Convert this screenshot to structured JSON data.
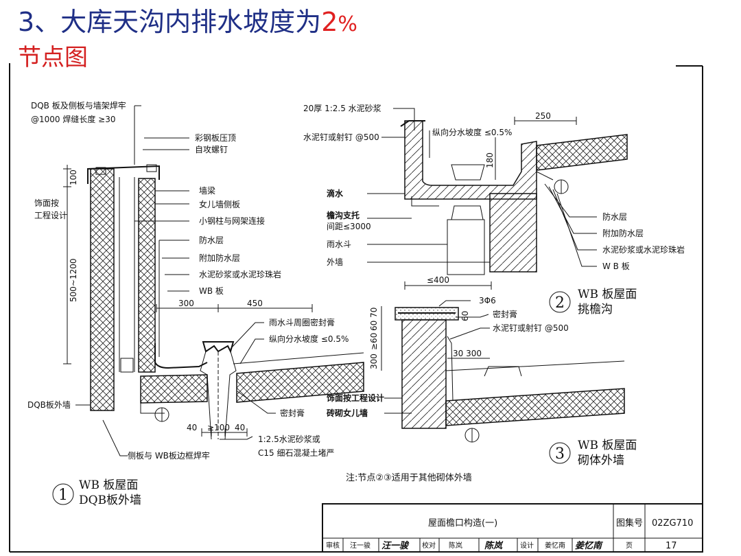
{
  "slide": {
    "title_prefix": "3、大库天沟内排水坡度为",
    "title_highlight": "2",
    "title_suffix": "%",
    "subtitle": "节点图"
  },
  "detail1": {
    "labels": {
      "dqb_weld_1": "DQB 板及侧板与墙架焊牢",
      "dqb_weld_2": "@1000  焊缝长度 ≥30",
      "color_plate": "彩钢板压顶",
      "self_tap_screw": "自攻螺钉",
      "wall_frame": "墙梁",
      "parapet_side": "女儿墙侧板",
      "small_steel_col": "小钢柱与网架连接",
      "finish_1": "饰面按",
      "finish_2": "工程设计",
      "waterproof": "防水层",
      "extra_waterproof": "附加防水层",
      "mortar": "水泥砂浆或水泥珍珠岩",
      "wb_plate": "WB 板",
      "drain_sealant": "雨水斗周圈密封膏",
      "slope": "纵向分水坡度 ≤0.5%",
      "dqb_wall": "DQB板外墙",
      "sealant": "密封膏",
      "fill_1": "1:2.5水泥砂浆或",
      "fill_2": "C15 细石混凝土堵严",
      "side_weld": "侧板与 WB板边框焊牢"
    },
    "dims": {
      "d100": "100",
      "d500_1200": "500~1200",
      "d300": "300",
      "d450": "450",
      "d40a": "40",
      "d100b": "≥100",
      "d40b": "40"
    },
    "number": "1",
    "caption_1": "WB 板屋面",
    "caption_2": "DQB板外墙"
  },
  "detail2": {
    "labels": {
      "mortar20": "20厚 1:2.5 水泥砂浆",
      "nail": "水泥钉或射钉 @500",
      "slope": "纵向分水坡度 ≤0.5%",
      "drip": "滴水",
      "gutter_support_1": "檐沟支托",
      "gutter_support_2": "间距≤3000",
      "drain": "雨水斗",
      "ext_wall": "外墙",
      "waterproof": "防水层",
      "extra_waterproof": "附加防水层",
      "mortar": "水泥砂浆或水泥珍珠岩",
      "wb_plate": "W B 板"
    },
    "dims": {
      "d250": "250",
      "d180": "180"
    },
    "number": "2",
    "caption_1": "WB 板屋面",
    "caption_2": "挑檐沟"
  },
  "detail3": {
    "labels": {
      "rebar": "3Φ6",
      "sealant": "密封膏",
      "nail": "水泥钉或射钉 @500",
      "finish": "饰面按工程设计",
      "brick_parapet": "砖砌女儿墙"
    },
    "dims": {
      "d400": "≤400",
      "d60_70": "60 70",
      "d60": "≥60",
      "d300v": "300",
      "d30_300": "30 300",
      "d60s": "60"
    },
    "number": "3",
    "caption_1": "WB 板屋面",
    "caption_2": "砌体外墙"
  },
  "note": "注:节点②③适用于其他砌体外墙",
  "title_block": {
    "drawing_name": "屋面檐口构造(一)",
    "atlas_label": "图集号",
    "atlas_number": "02ZG710",
    "review_label": "审核",
    "reviewer": "汪一骏",
    "reviewer_sign": "汪一骏",
    "check_label": "校对",
    "checker": "陈岚",
    "checker_sign": "陈岚",
    "design_label": "设计",
    "designer": "姜忆南",
    "designer_sign": "姜忆南",
    "page_label": "页",
    "page_number": "17"
  }
}
